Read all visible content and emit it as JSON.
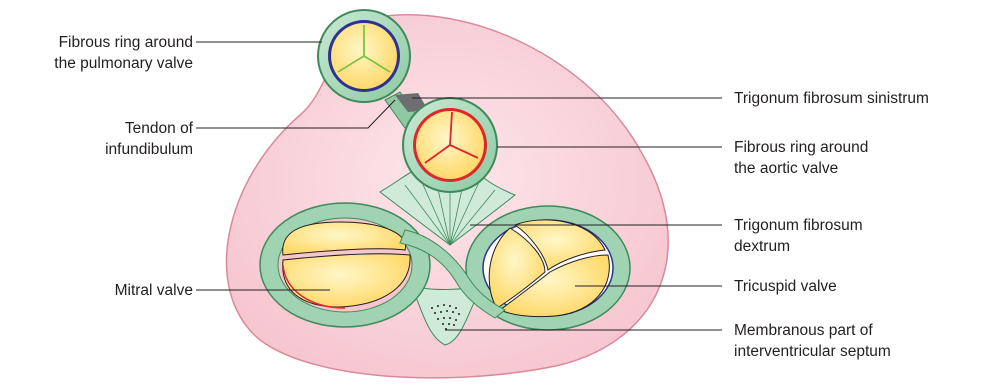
{
  "labels": {
    "pulmonary_ring": [
      "Fibrous ring around",
      "the pulmonary valve"
    ],
    "tendon_infundibulum": [
      "Tendon of",
      "infundibulum"
    ],
    "mitral_valve": [
      "Mitral valve"
    ],
    "trigonum_sinistrum": [
      "Trigonum fibrosum sinistrum"
    ],
    "aortic_ring": [
      "Fibrous ring around",
      "the aortic valve"
    ],
    "trigonum_dextrum": [
      "Trigonum fibrosum",
      "dextrum"
    ],
    "tricuspid_valve": [
      "Tricuspid valve"
    ],
    "membranous_septum": [
      "Membranous part of",
      "interventricular septum"
    ]
  },
  "colors": {
    "heart_fill": "#f9d5dc",
    "heart_stroke": "#d98a99",
    "fibrous_ring": "#9fd3b2",
    "fibrous_ring_inner": "#d9efdf",
    "ring_stroke": "#3f8a5c",
    "valve_fill": "#ffe88a",
    "aortic_line": "#e0262d",
    "pulmonary_line": "#7fc241",
    "valve_rim_blue": "#2e3192",
    "leader_line": "#231f20"
  }
}
